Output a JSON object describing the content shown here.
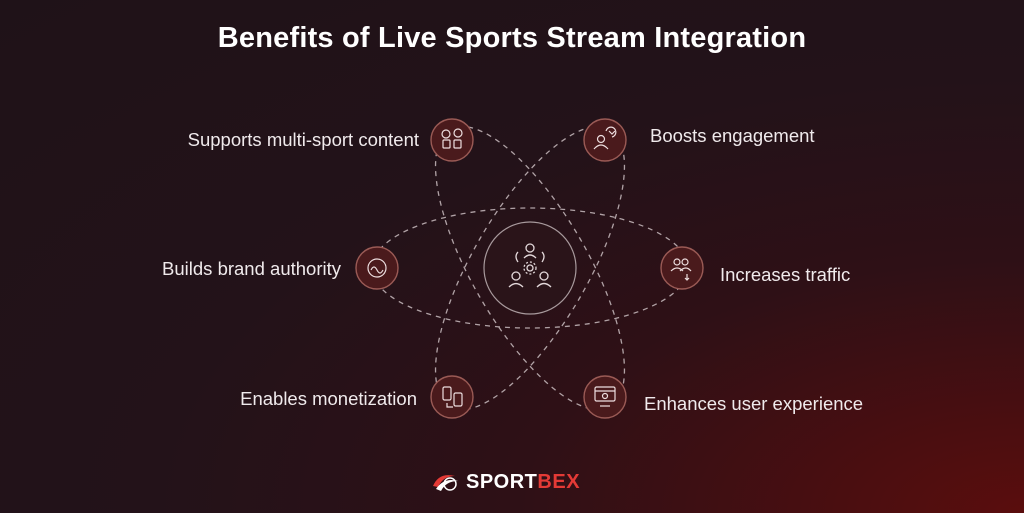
{
  "title": "Benefits of Live Sports Stream Integration",
  "benefits": [
    {
      "label": "Supports multi-sport content",
      "icon": "multi-sport-icon"
    },
    {
      "label": "Boosts engagement",
      "icon": "engagement-icon"
    },
    {
      "label": "Builds brand authority",
      "icon": "brand-authority-icon"
    },
    {
      "label": "Increases traffic",
      "icon": "traffic-icon"
    },
    {
      "label": "Enables monetization",
      "icon": "monetization-icon"
    },
    {
      "label": "Enhances user experience",
      "icon": "user-experience-icon"
    }
  ],
  "center_icon": "team-gear-icon",
  "brand": {
    "name_part1": "SPORT",
    "name_part2": "BEX",
    "logo_icon": "sportbex-logo-icon"
  },
  "colors": {
    "node_fill": "#4a1a1c",
    "node_stroke": "#9a5a55",
    "accent": "#e43a36",
    "line": "#c9bcbf"
  }
}
